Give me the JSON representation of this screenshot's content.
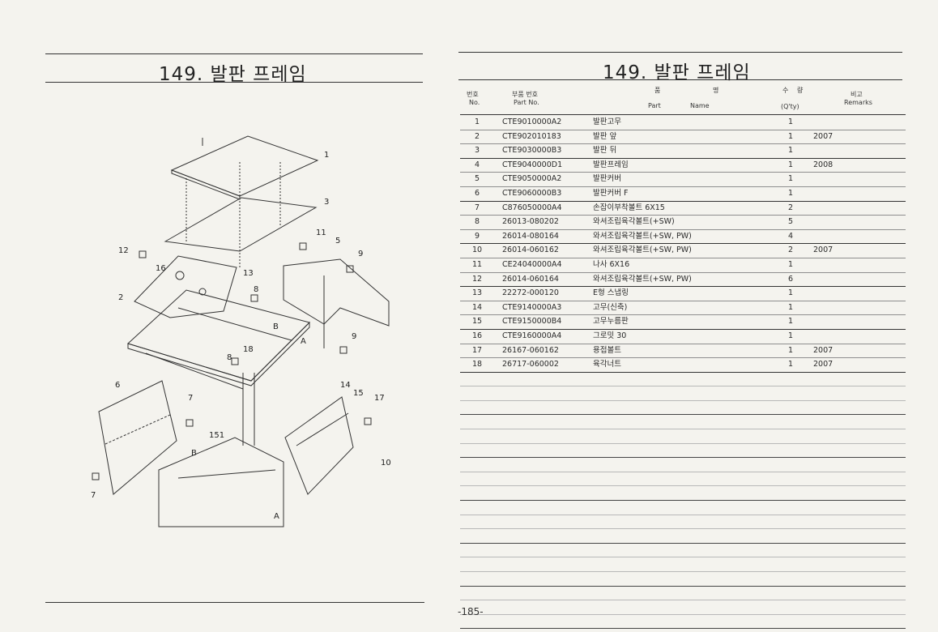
{
  "left_page": {
    "title": "149. 발판 프레임",
    "callouts": [
      "1",
      "3",
      "11",
      "5",
      "9",
      "12",
      "16",
      "13",
      "8",
      "2",
      "18",
      "9",
      "8",
      "6",
      "7",
      "14",
      "15",
      "17",
      "151",
      "7",
      "10",
      "B",
      "A",
      "B",
      "A"
    ]
  },
  "right_page": {
    "title": "149. 발판 프레임",
    "headers": {
      "no_kr": "번호",
      "no_en": "No.",
      "part_kr": "부품 번호",
      "part_en": "Part No.",
      "name_kr1": "품",
      "name_kr2": "명",
      "name_en1": "Part",
      "name_en2": "Name",
      "qty_kr1": "수",
      "qty_kr2": "량",
      "qty_en": "(Q'ty)",
      "rem_kr": "비고",
      "rem_en": "Remarks"
    },
    "rows": [
      {
        "no": "1",
        "part": "CTE9010000A2",
        "name": "발판고무",
        "qty": "1",
        "remarks": ""
      },
      {
        "no": "2",
        "part": "CTE902010183",
        "name": "발판 앞",
        "qty": "1",
        "remarks": "2007"
      },
      {
        "no": "3",
        "part": "CTE9030000B3",
        "name": "발판 뒤",
        "qty": "1",
        "remarks": ""
      },
      {
        "no": "4",
        "part": "CTE9040000D1",
        "name": "발판프레임",
        "qty": "1",
        "remarks": "2008"
      },
      {
        "no": "5",
        "part": "CTE9050000A2",
        "name": "발판커버",
        "qty": "1",
        "remarks": ""
      },
      {
        "no": "6",
        "part": "CTE9060000B3",
        "name": "발판커버 F",
        "qty": "1",
        "remarks": ""
      },
      {
        "no": "7",
        "part": "C876050000A4",
        "name": "손잡이부착볼트 6X15",
        "qty": "2",
        "remarks": ""
      },
      {
        "no": "8",
        "part": "26013-080202",
        "name": "와셔조립육각볼트(+SW)",
        "qty": "5",
        "remarks": ""
      },
      {
        "no": "9",
        "part": "26014-080164",
        "name": "와셔조립육각볼트(+SW, PW)",
        "qty": "4",
        "remarks": ""
      },
      {
        "no": "10",
        "part": "26014-060162",
        "name": "와셔조립육각볼트(+SW, PW)",
        "qty": "2",
        "remarks": "2007"
      },
      {
        "no": "11",
        "part": "CE24040000A4",
        "name": "나사 6X16",
        "qty": "1",
        "remarks": ""
      },
      {
        "no": "12",
        "part": "26014-060164",
        "name": "와셔조립육각볼트(+SW, PW)",
        "qty": "6",
        "remarks": ""
      },
      {
        "no": "13",
        "part": "22272-000120",
        "name": "E형 스냅링",
        "qty": "1",
        "remarks": ""
      },
      {
        "no": "14",
        "part": "CTE9140000A3",
        "name": "고무(신축)",
        "qty": "1",
        "remarks": ""
      },
      {
        "no": "15",
        "part": "CTE9150000B4",
        "name": "고무누름판",
        "qty": "1",
        "remarks": ""
      },
      {
        "no": "16",
        "part": "CTE9160000A4",
        "name": "그로밋 30",
        "qty": "1",
        "remarks": ""
      },
      {
        "no": "17",
        "part": "26167-060162",
        "name": "용접볼트",
        "qty": "1",
        "remarks": "2007"
      },
      {
        "no": "18",
        "part": "26717-060002",
        "name": "육각너트",
        "qty": "1",
        "remarks": "2007"
      }
    ],
    "page_number": "-185-"
  }
}
